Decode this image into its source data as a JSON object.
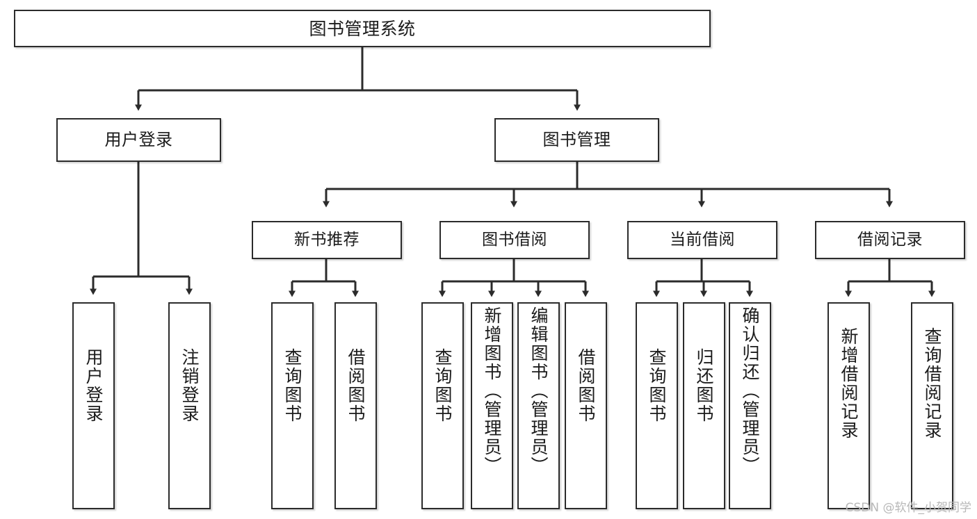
{
  "diagram": {
    "type": "tree",
    "title": "图书管理系统",
    "watermark": "CSDN @软件_小贺同学",
    "stroke_color": "#2b2b2b",
    "fill_color": "#ffffff",
    "text_color": "#1b1b1b",
    "nodes": {
      "root": {
        "label": "图书管理系统"
      },
      "level1": [
        {
          "id": "user-login",
          "label": "用户登录"
        },
        {
          "id": "book-management",
          "label": "图书管理"
        }
      ],
      "level2": [
        {
          "id": "new-book-recommend",
          "label": "新书推荐"
        },
        {
          "id": "book-borrow",
          "label": "图书借阅"
        },
        {
          "id": "current-borrow",
          "label": "当前借阅"
        },
        {
          "id": "borrow-record",
          "label": "借阅记录"
        }
      ],
      "leaves": {
        "user_login": [
          {
            "id": "leaf-user-login",
            "label": "用户登录"
          },
          {
            "id": "leaf-logout-login",
            "label": "注销登录"
          }
        ],
        "new_book_recommend": [
          {
            "id": "leaf-query-book-1",
            "label": "查询图书"
          },
          {
            "id": "leaf-borrow-book-1",
            "label": "借阅图书"
          }
        ],
        "book_borrow": [
          {
            "id": "leaf-query-book-2",
            "label": "查询图书"
          },
          {
            "id": "leaf-add-book",
            "label": "新增图书（管理员）"
          },
          {
            "id": "leaf-edit-book",
            "label": "编辑图书（管理员）"
          },
          {
            "id": "leaf-borrow-book-2",
            "label": "借阅图书"
          }
        ],
        "current_borrow": [
          {
            "id": "leaf-query-book-3",
            "label": "查询图书"
          },
          {
            "id": "leaf-return-book",
            "label": "归还图书"
          },
          {
            "id": "leaf-confirm-return",
            "label": "确认归还（管理员）"
          }
        ],
        "borrow_record": [
          {
            "id": "leaf-add-record",
            "label": "新增借阅记录"
          },
          {
            "id": "leaf-query-record",
            "label": "查询借阅记录"
          }
        ]
      }
    }
  }
}
